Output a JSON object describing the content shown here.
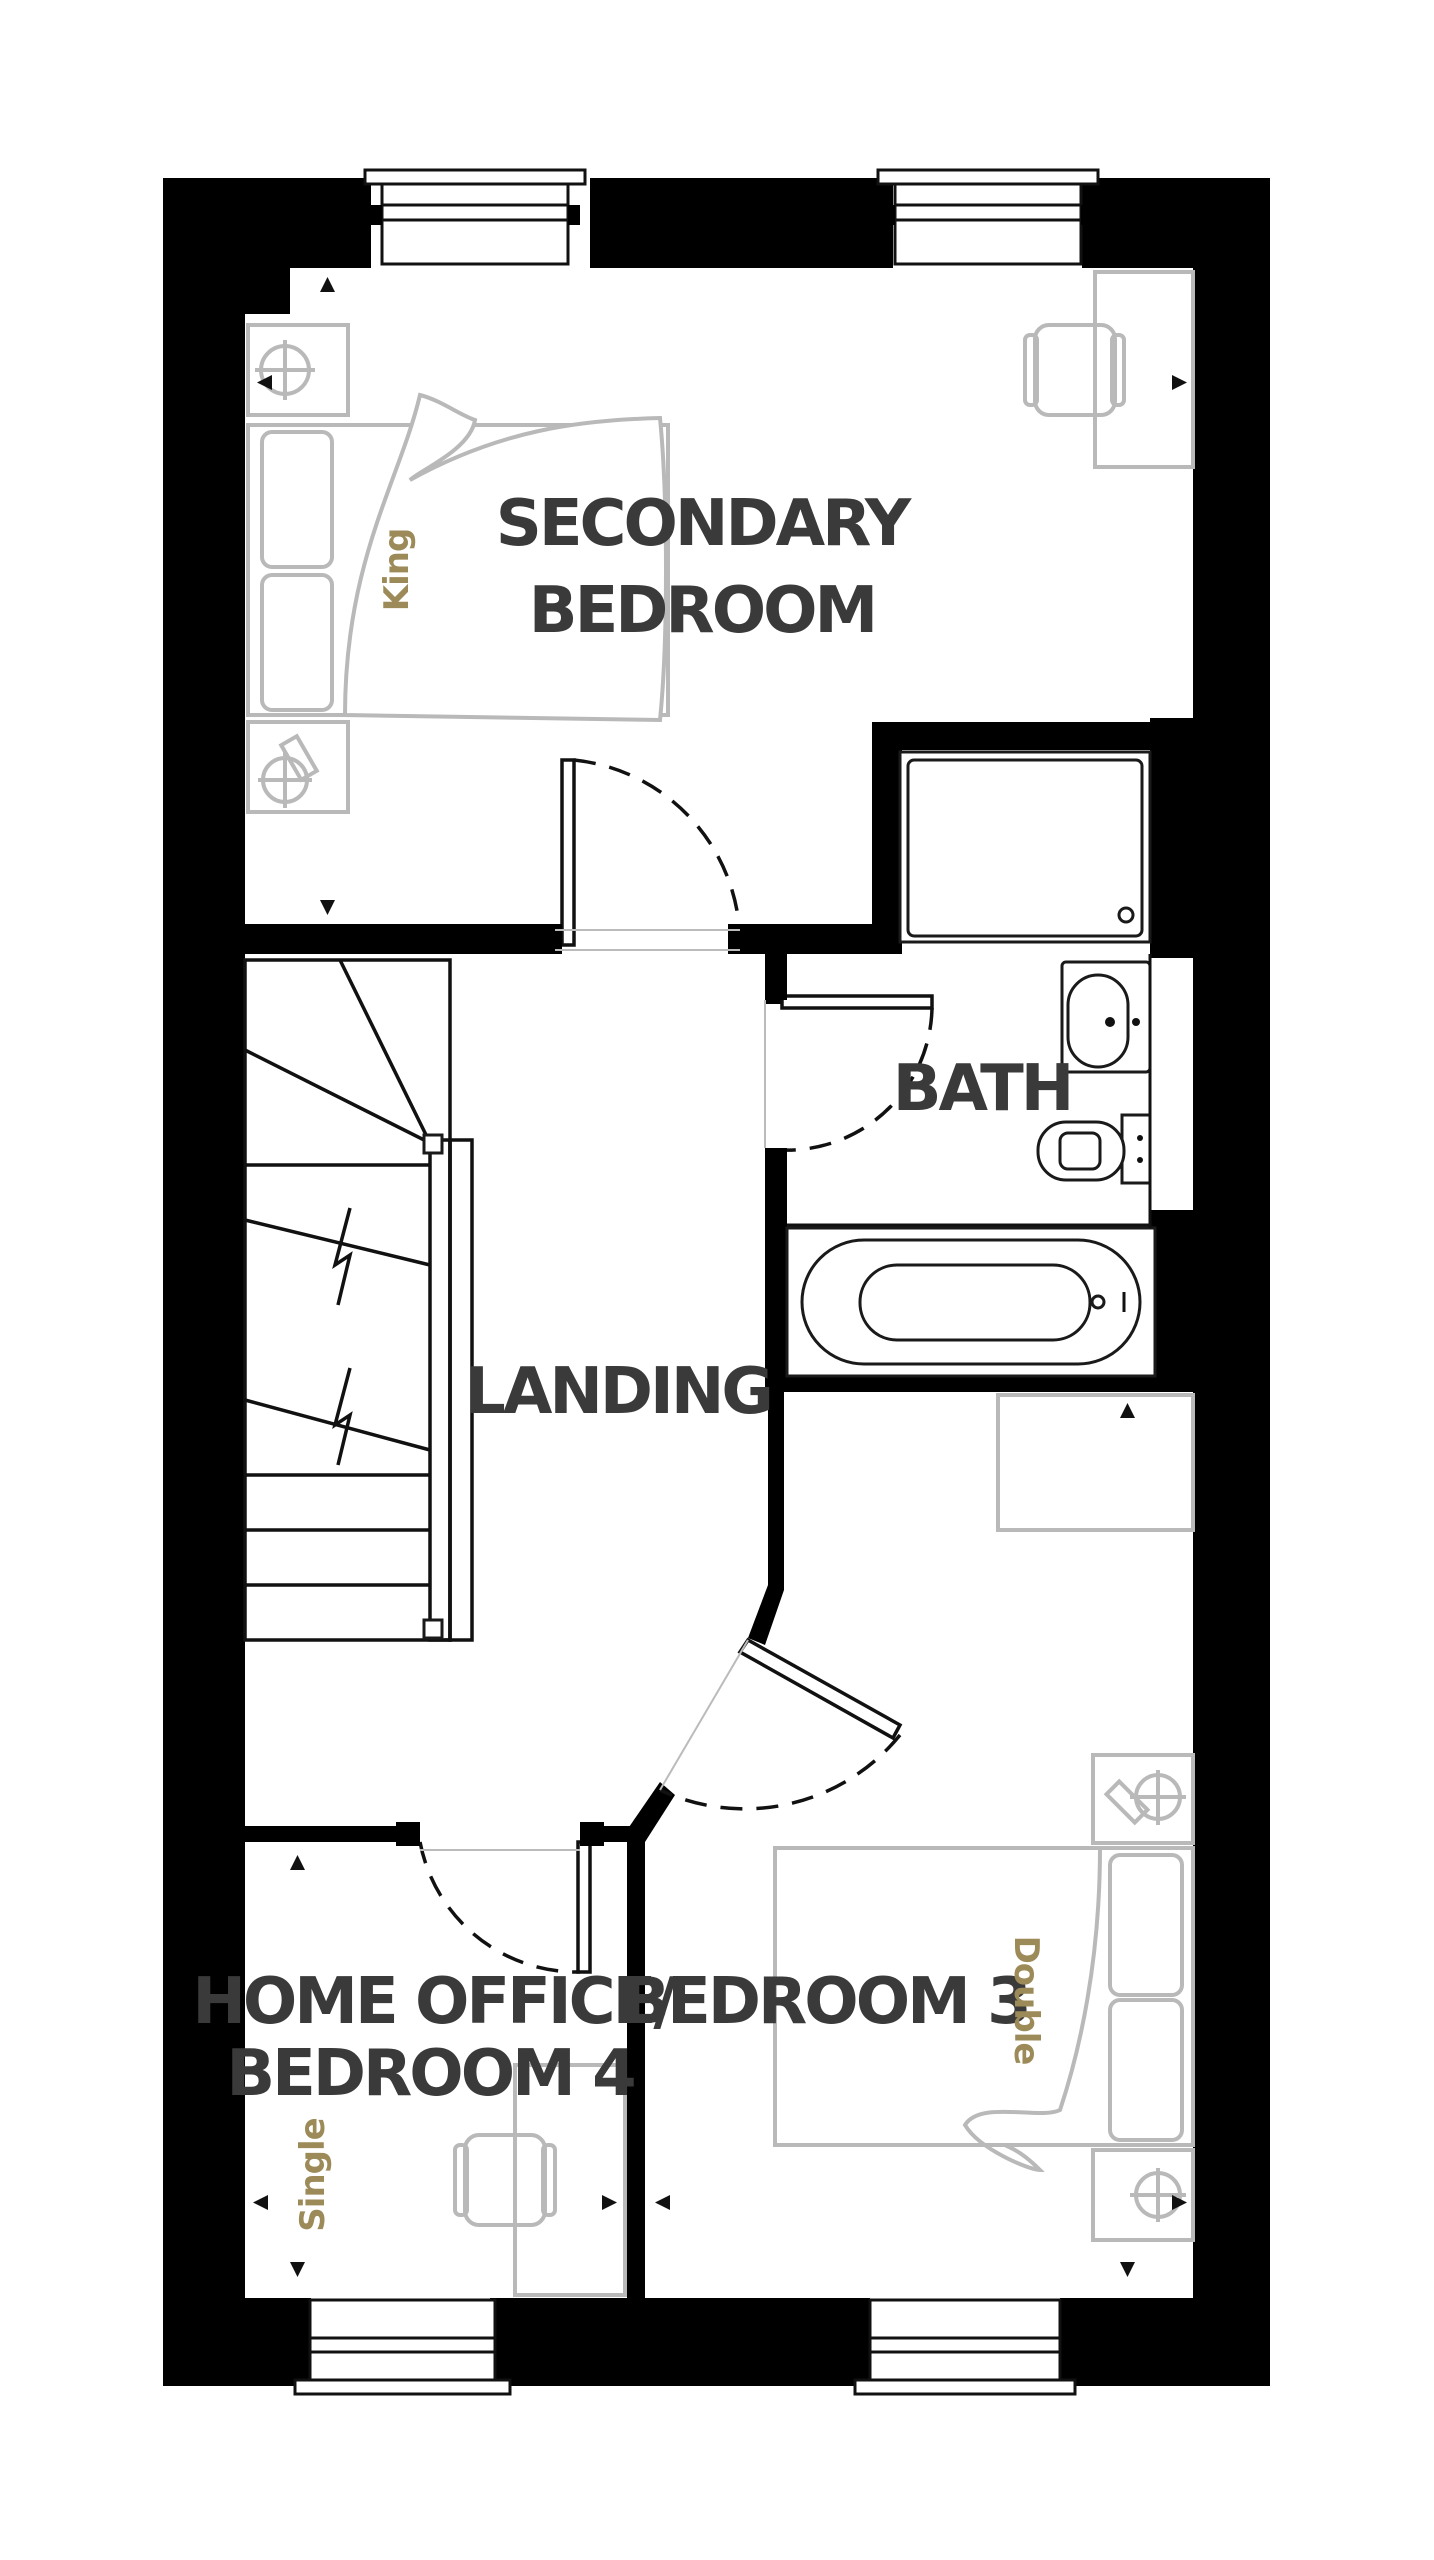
{
  "rooms": {
    "secondary_bedroom": {
      "line1": "SECONDARY",
      "line2": "BEDROOM"
    },
    "bath": {
      "label": "BATH"
    },
    "landing": {
      "label": "LANDING"
    },
    "home_office": {
      "line1": "HOME OFFICE/",
      "line2": "BEDROOM 4"
    },
    "bedroom3": {
      "label": "BEDROOM 3"
    }
  },
  "beds": {
    "king": "King",
    "double": "Double",
    "single": "Single"
  },
  "colors": {
    "wall": "#000000",
    "furniture": "#b9b9b9",
    "room_text": "#3a3a3a",
    "bed_text": "#9c8a58"
  }
}
